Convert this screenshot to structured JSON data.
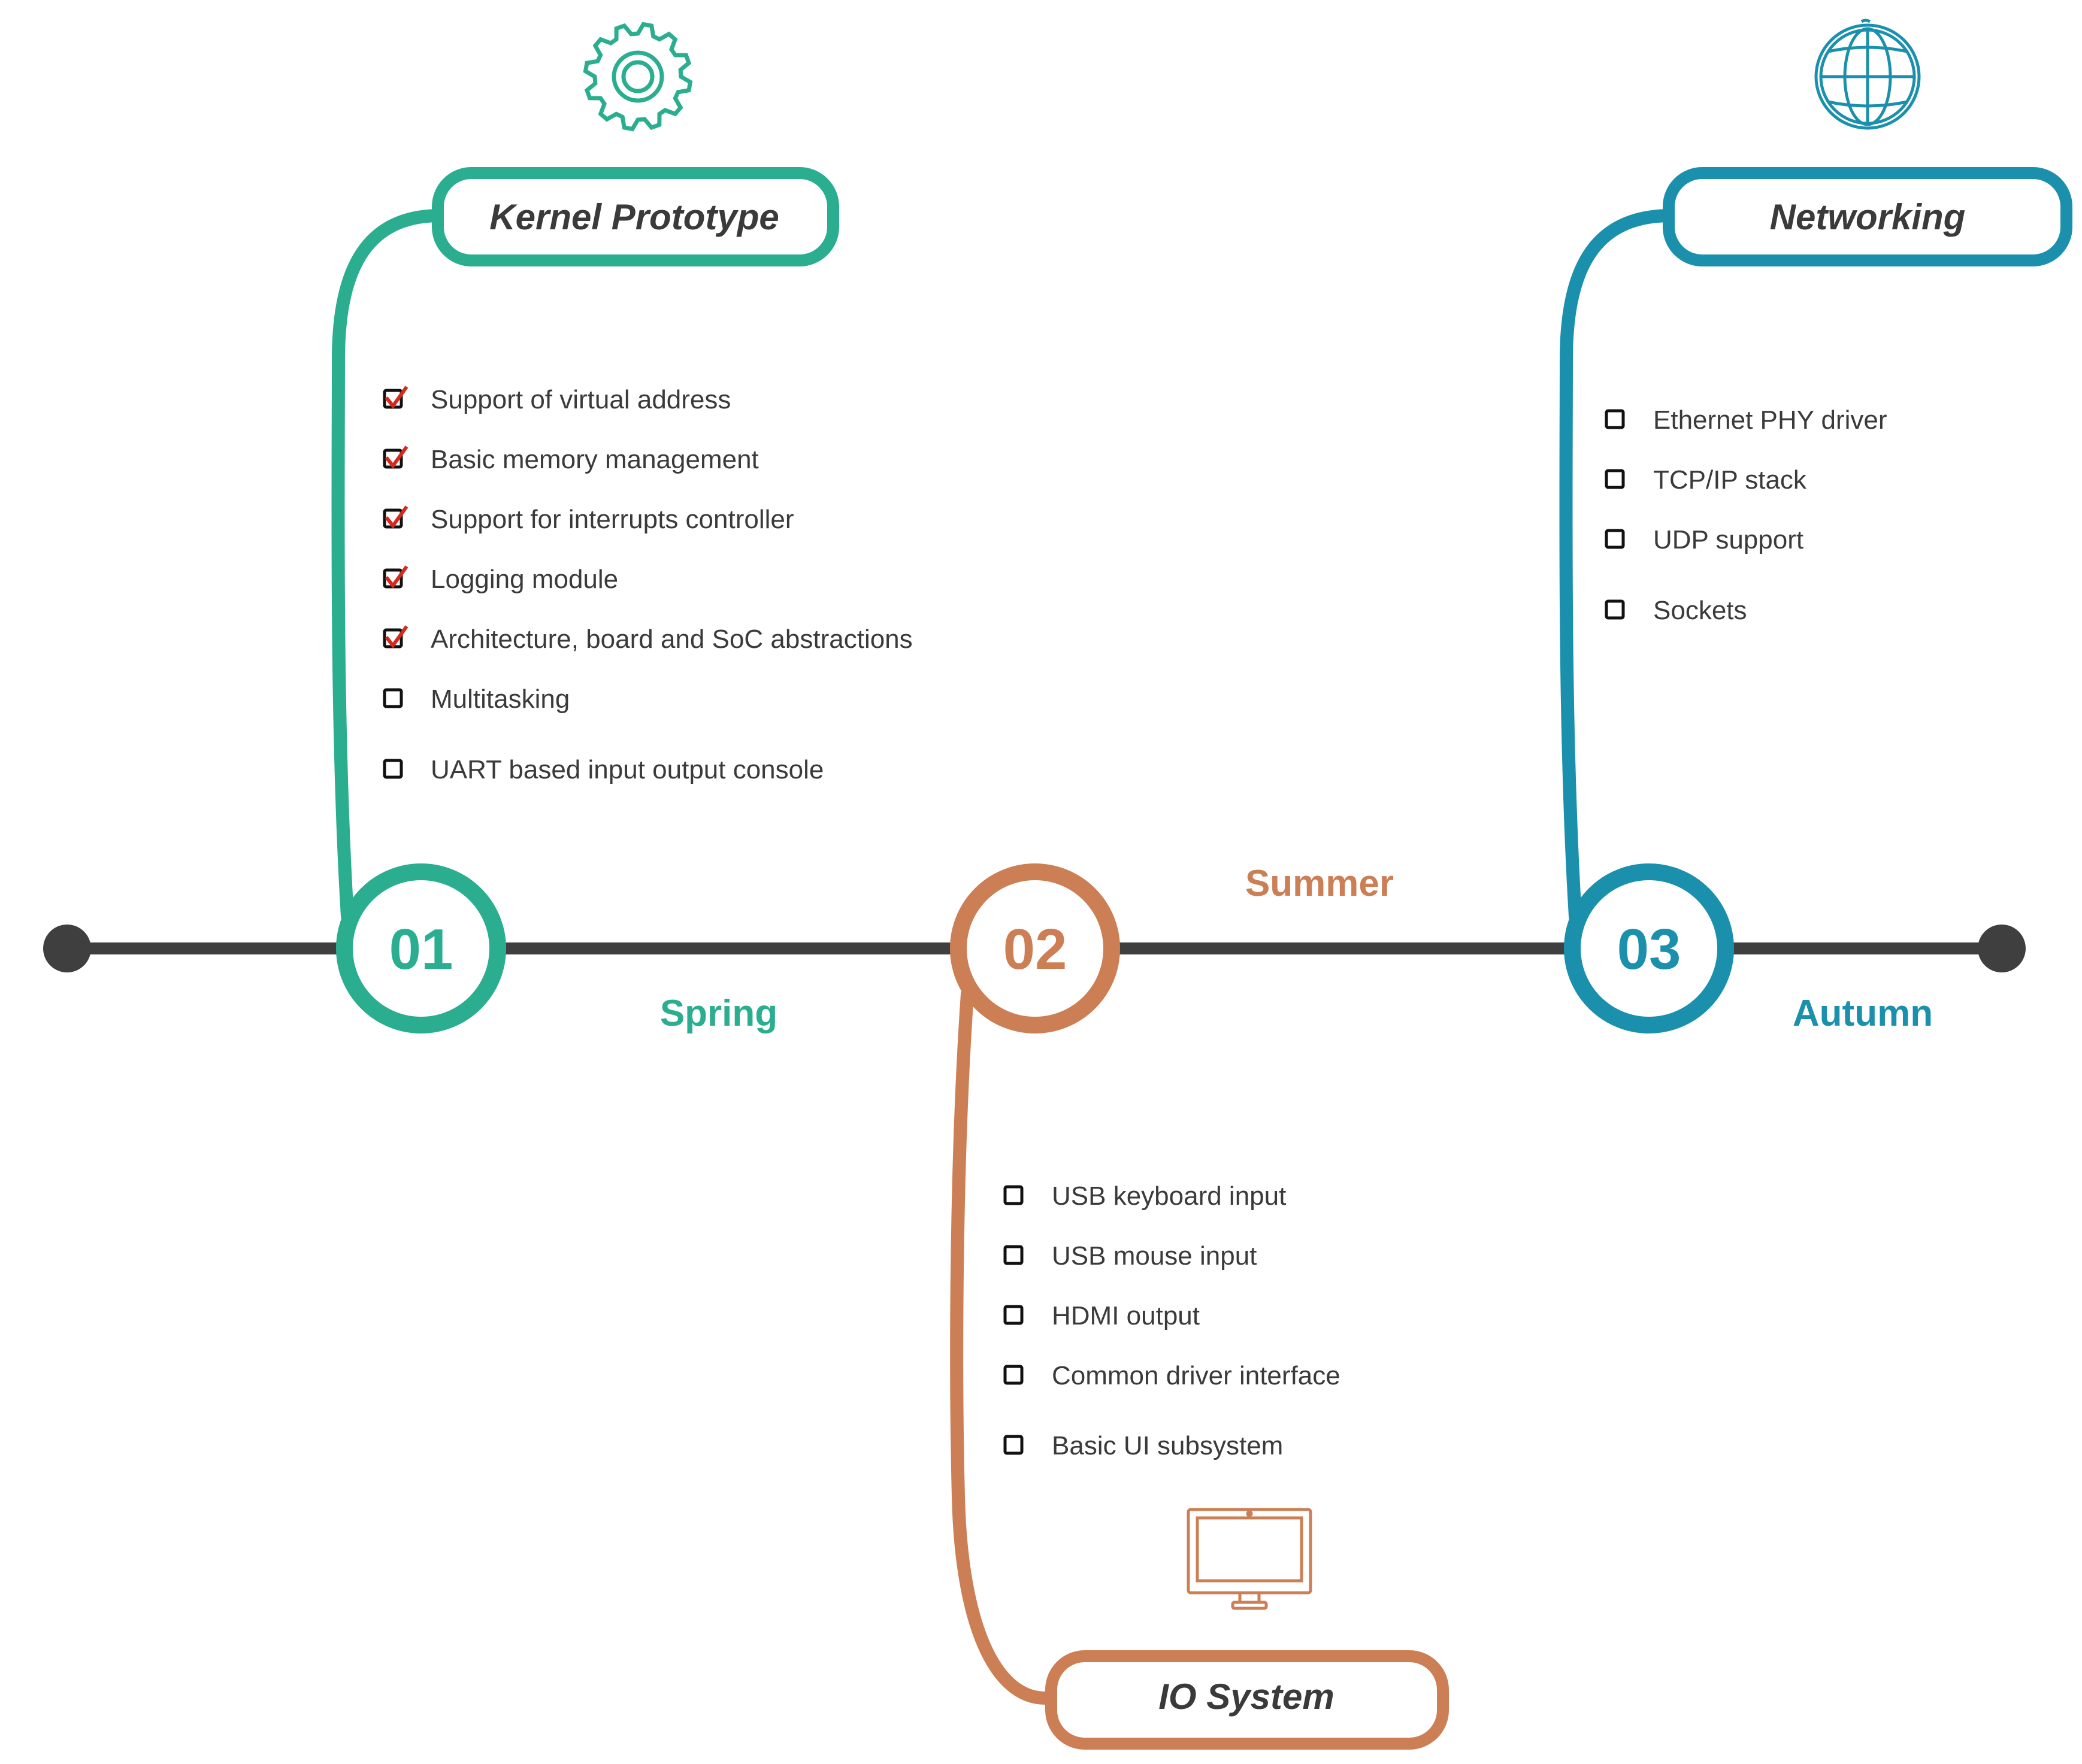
{
  "colors": {
    "teal": "#2bae90",
    "orange": "#cc7f55",
    "blue": "#1b90ad",
    "axis": "#3f3f3f",
    "check": "#d42a1e",
    "text": "#3a3a3a"
  },
  "milestones": [
    {
      "number": "01",
      "season": "Spring",
      "title": "Kernel Prototype",
      "icon": "gear-icon",
      "color": "teal",
      "items": [
        {
          "label": "Support of virtual address",
          "done": true
        },
        {
          "label": "Basic memory management",
          "done": true
        },
        {
          "label": "Support for interrupts controller",
          "done": true
        },
        {
          "label": "Logging module",
          "done": true
        },
        {
          "label": "Architecture, board and SoC abstractions",
          "done": true
        },
        {
          "label": "Multitasking",
          "done": false
        },
        {
          "label": "UART based input output console",
          "done": false
        }
      ]
    },
    {
      "number": "02",
      "season": "Summer",
      "title": "IO System",
      "icon": "monitor-icon",
      "color": "orange",
      "items": [
        {
          "label": "USB keyboard input",
          "done": false
        },
        {
          "label": "USB mouse input",
          "done": false
        },
        {
          "label": "HDMI output",
          "done": false
        },
        {
          "label": "Common driver interface",
          "done": false
        },
        {
          "label": "Basic UI subsystem",
          "done": false
        }
      ]
    },
    {
      "number": "03",
      "season": "Autumn",
      "title": "Networking",
      "icon": "globe-icon",
      "color": "blue",
      "items": [
        {
          "label": "Ethernet PHY driver",
          "done": false
        },
        {
          "label": "TCP/IP stack",
          "done": false
        },
        {
          "label": "UDP support",
          "done": false
        },
        {
          "label": "Sockets",
          "done": false
        }
      ]
    }
  ]
}
